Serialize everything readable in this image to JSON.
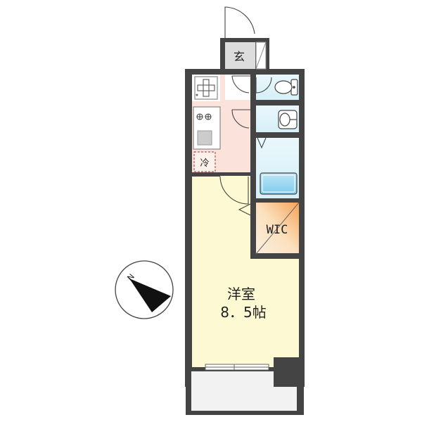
{
  "labels": {
    "entrance": "玄",
    "fridge": "冷",
    "wic": "WIC",
    "room_name": "洋室",
    "room_size": "8．5帖"
  },
  "compass": {
    "north_label": "N"
  },
  "colors": {
    "wall": "#444444",
    "room": "#fdf9d2",
    "kitchen": "#fbe3dc",
    "wet": "#dff3f9",
    "wic_a": "#fbe6c8",
    "wic_b": "#f6a859",
    "balcony": "#f2f2f2",
    "entrance": "#dddddd"
  }
}
